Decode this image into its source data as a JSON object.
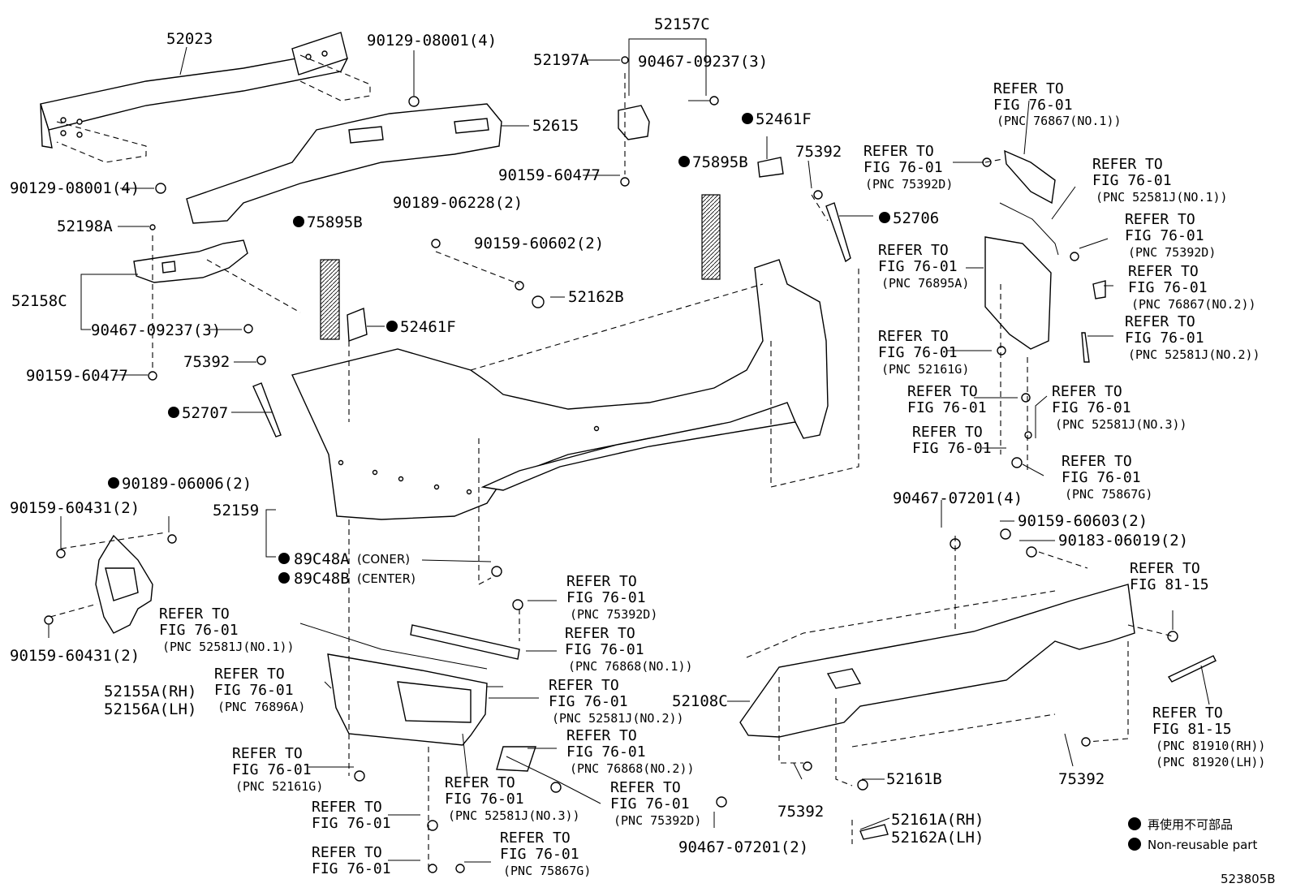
{
  "parts": {
    "p52023": "52023",
    "p90129a": "90129-08001(4)",
    "p90129b": "90129-08001(4)",
    "p52615": "52615",
    "p52198a": "52198A",
    "p52158c": "52158C",
    "p90467_left": "90467-09237(3)",
    "p90159_60477_left": "90159-60477",
    "p75895b_left": "75895B",
    "p52461f_left": "52461F",
    "p75392_left": "75392",
    "p52707": "52707",
    "p52157c": "52157C",
    "p52197a": "52197A",
    "p90467_top": "90467-09237(3)",
    "p90159_60477_top": "90159-60477",
    "p90189_06228": "90189-06228(2)",
    "p90159_60602": "90159-60602(2)",
    "p52162b": "52162B",
    "p52461f_top": "52461F",
    "p75895b_mid": "75895B",
    "p75392_top": "75392",
    "p52706": "52706",
    "p90189_06006": "90189-06006(2)",
    "p90159_60431_top": "90159-60431(2)",
    "p90159_60431_bot": "90159-60431(2)",
    "p52159": "52159",
    "p89c48a": "89C48A",
    "p89c48a_note": "(CONER)",
    "p89c48b": "89C48B",
    "p89c48b_note": "(CENTER)",
    "p52155a": "52155A(RH)",
    "p52156a": "52156A(LH)",
    "p90467_07201_4": "90467-07201(4)",
    "p90159_60603": "90159-60603(2)",
    "p90183_06019": "90183-06019(2)",
    "p52108c": "52108C",
    "p75392_bot_mid": "75392",
    "p52161b": "52161B",
    "p75392_bot_right": "75392",
    "p52161a": "52161A(RH)",
    "p52162a": "52162A(LH)",
    "p90467_07201_2": "90467-07201(2)"
  },
  "refs": {
    "refer_to": "REFER TO",
    "fig_76_01": "FIG 76-01",
    "fig_81_15": "FIG 81-15",
    "pnc_76867_1": "(PNC 76867(NO.1))",
    "pnc_75392d": "(PNC 75392D)",
    "pnc_52581j_1": "(PNC 52581J(NO.1))",
    "pnc_76867_2": "(PNC 76867(NO.2))",
    "pnc_76895a": "(PNC 76895A)",
    "pnc_52581j_2": "(PNC 52581J(NO.2))",
    "pnc_52161g": "(PNC 52161G)",
    "pnc_52581j_3": "(PNC 52581J(NO.3))",
    "pnc_75867g": "(PNC 75867G)",
    "pnc_76868_1": "(PNC 76868(NO.1))",
    "pnc_76896a": "(PNC 76896A)",
    "pnc_76868_2": "(PNC 76868(NO.2))",
    "pnc_81910": "(PNC 81910(RH))",
    "pnc_81920": "(PNC 81920(LH))"
  },
  "legend": {
    "jp": "再使用不可部品",
    "en": "Non-reusable part"
  },
  "figure_number": "523805B"
}
